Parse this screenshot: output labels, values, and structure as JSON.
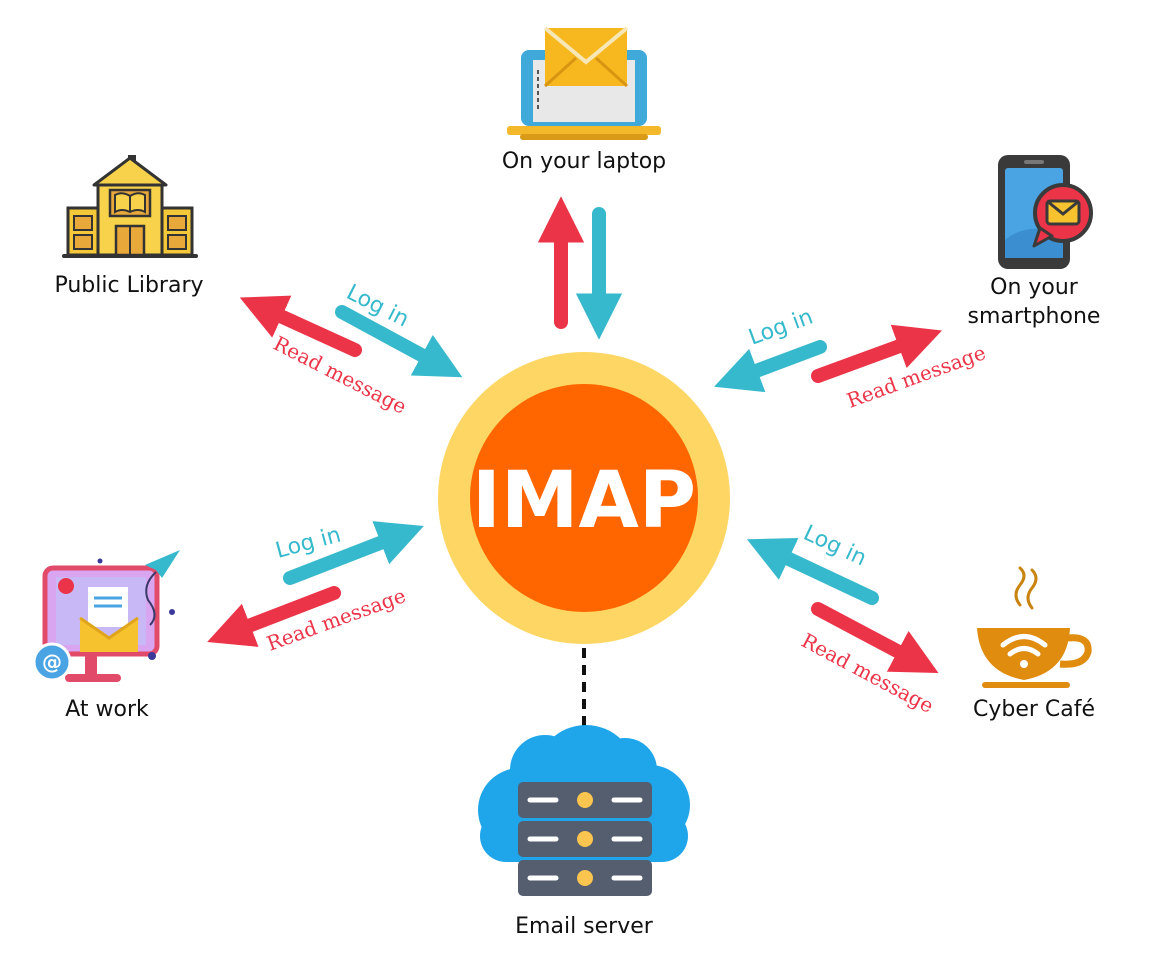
{
  "hub": {
    "label": "IMAP",
    "outer_color": "#FDD663",
    "inner_color": "#FF6600"
  },
  "server": {
    "label": "Email server",
    "cloud_color": "#1FA6EA",
    "rack_color": "#545E6E",
    "led_color": "#FBC54F"
  },
  "nodes": {
    "laptop": {
      "label": "On your laptop",
      "icon": "laptop-email-icon"
    },
    "library": {
      "label": "Public Library",
      "icon": "library-building-icon"
    },
    "smartphone": {
      "line1": "On your",
      "line2": "smartphone",
      "icon": "smartphone-message-icon"
    },
    "work": {
      "label": "At work",
      "icon": "monitor-email-icon"
    },
    "cafe": {
      "label": "Cyber Café",
      "icon": "coffee-wifi-icon"
    }
  },
  "arrows": {
    "login_label": "Log in",
    "read_label": "Read message",
    "login_color": "#36B9CC",
    "read_color": "#EB3448"
  }
}
